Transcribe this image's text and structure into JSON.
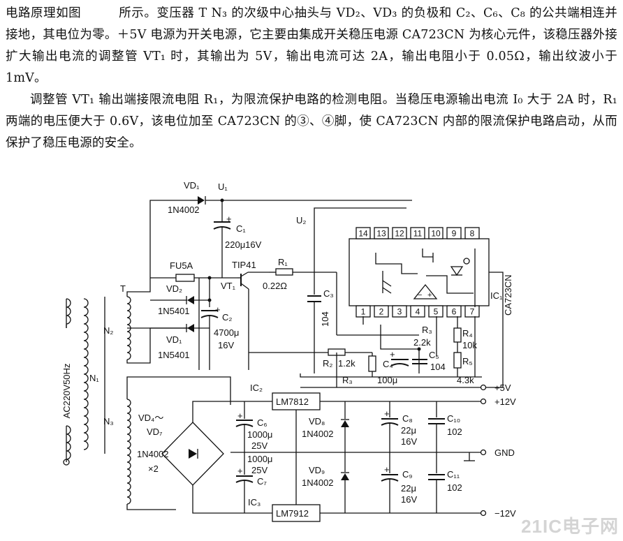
{
  "paragraphs": [
    "电路原理如图　　　所示。变压器 T N₃ 的次级中心抽头与 VD₂、VD₃ 的负极和 C₂、C₆、C₈ 的公共端相连并接地，其电位为零。＋5V 电源为开关电源，它主要由集成开关稳压电源 CA723CN 为核心元件，该稳压器外接扩大输出电流的调整管 VT₁ 时，其输出为 5V，输出电流可达 2A，输出电阻小于 0.05Ω，输出纹波小于 1mV。",
    "调整管 VT₁ 输出端接限流电阻 R₁，为限流保护电路的检测电阻。当稳压电源输出电流 I₀ 大于 2A 时，R₁ 两端的电压便大于 0.6V，该电位加至 CA723CN 的③、④脚，使 CA723CN 内部的限流保护电路启动，从而保护了稳压电源的安全。"
  ],
  "schematic": {
    "transformer_label": "T",
    "primary_input": "AC220V50Hz",
    "n1": "N₁",
    "n2": "N₂",
    "n3": "N₃",
    "vd1_top": "VD₁",
    "vd1_top_part": "1N4002",
    "u1": "U₁",
    "u2": "U₂",
    "c1": "C₁",
    "c1_value": "220μ16V",
    "fuse": "FU5A",
    "vd2": "VD₂",
    "vd2_part": "1N5401",
    "vd1_mid": "VD₁",
    "vd1_mid_part": "1N5401",
    "c2": "C₂",
    "c2_value": "4700μ",
    "c2_volt": "16V",
    "tip41": "TIP41",
    "vt1": "VT₁",
    "r1": "R₁",
    "r1_value": "0.22Ω",
    "c3": "C₃",
    "c3_value": "104",
    "ic1": "IC₁",
    "ic1_part": "CA723CN",
    "pins_top": [
      "14",
      "13",
      "12",
      "11",
      "10",
      "9",
      "8"
    ],
    "pins_bottom": [
      "1",
      "2",
      "3",
      "4",
      "5",
      "6",
      "7"
    ],
    "r3_top": "R₃",
    "r3_top_value": "2.2k",
    "r4": "R₄",
    "r4_value": "10k",
    "r2": "R₂",
    "r2_value": "1.2k",
    "c4": "C₄",
    "c5": "C₅",
    "c5_value": "104",
    "r5": "R₅",
    "r3_bottom": "R₃",
    "c4_value": "100μ",
    "r5_value": "4.3k",
    "out_5v": "+5V",
    "out_12v": "+12V",
    "gnd": "GND",
    "out_neg12v": "−12V",
    "ic2": "IC₂",
    "lm7812": "LM7812",
    "ic3": "IC₃",
    "lm7912": "LM7912",
    "bridge": "VD₄～",
    "bridge2": "VD₇",
    "bridge_part": "1N4002",
    "bridge_count": "×2",
    "c6": "C₆",
    "c6_value": "1000μ",
    "c6_volt": "25V",
    "c7": "C₇",
    "c7_value": "1000μ",
    "c7_volt": "25V",
    "vd8": "VD₈",
    "vd8_part": "1N4002",
    "vd9": "VD₉",
    "vd9_part": "1N4002",
    "c8": "C₈",
    "c8_value": "22μ",
    "c8_volt": "16V",
    "c9": "C₉",
    "c9_value": "22μ",
    "c9_volt": "16V",
    "c10": "C₁₀",
    "c10_value": "102",
    "c11": "C₁₁",
    "c11_value": "102"
  },
  "watermark": "21IC电子网"
}
